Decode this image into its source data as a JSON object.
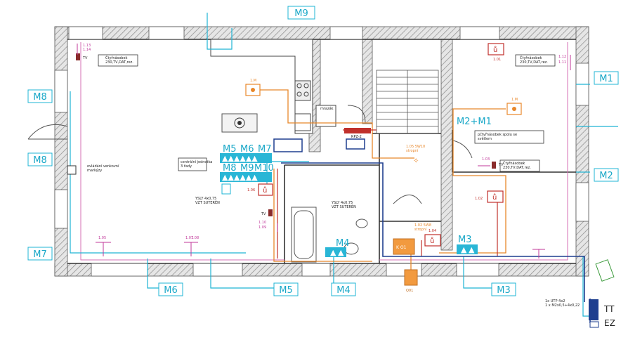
{
  "tags": {
    "m9": "M9",
    "m8": "M8",
    "m8b": "M8",
    "m1": "M1",
    "m2": "M2",
    "m2m1": "M2+M1",
    "m7": "M7",
    "m6": "M6",
    "m5": "M5",
    "m4": "M4",
    "m3": "M3",
    "m4b": "M4",
    "m3b": "M3",
    "tt": "TT",
    "ez": "EZ"
  },
  "zones": {
    "m5": "M5",
    "m6": "M6",
    "m7": "M7",
    "m8": "M8",
    "m9": "M9",
    "m10": "M10"
  },
  "labels": {
    "sensor_tl": "Čtyřnásobek\n230,TV,DAT,rez.",
    "sensor_tr": "Čtyřnásobek\n230,TV,DAT,rez.",
    "sensor_r": "Čtyřnásobek\n230,TV,DAT,rez.",
    "sensor_r_top": "pčtyřnásobek spolu se\nsvětlem",
    "ovladani": "ovládání venkovní\nmarkýzy",
    "centralni": "centrální jednotka\n3 řady",
    "ysly1": "YSLY 4x0,75\nVZT SUTERÉN",
    "ysly2": "YSLY 4x0,75\nVZT SUTERÉN",
    "mrazak": "mrazák",
    "rpz": "RPZ-2",
    "utp": "1x UTP 4x2\n1 x M2x0,5+4x0,22",
    "ko1": "K O1",
    "tv1": "TV",
    "tv2": "TV",
    "tv3": "TV",
    "n113": "1.13",
    "n114": "1.14",
    "n112": "1.12",
    "n111": "1.11",
    "n101": "1.01",
    "n102": "1.02",
    "n103": "1.03",
    "n104": "1.04",
    "n105": "1.05",
    "n106": "1.06",
    "n107": "1.07",
    "n108": "1.08",
    "n109": "1.09",
    "n110": "1.10",
    "n1m": "1.M",
    "n1m2": "1.M",
    "svetlo1": "1.05 5W10\nstropní",
    "svetlo2": "1.02 5W8\nstropní",
    "qr1": "Q01"
  },
  "colors": {
    "cyan": "#1fb4d4",
    "orange": "#e8872a",
    "red": "#c0302b",
    "magenta": "#c0379a",
    "navy": "#1f3f8f"
  }
}
